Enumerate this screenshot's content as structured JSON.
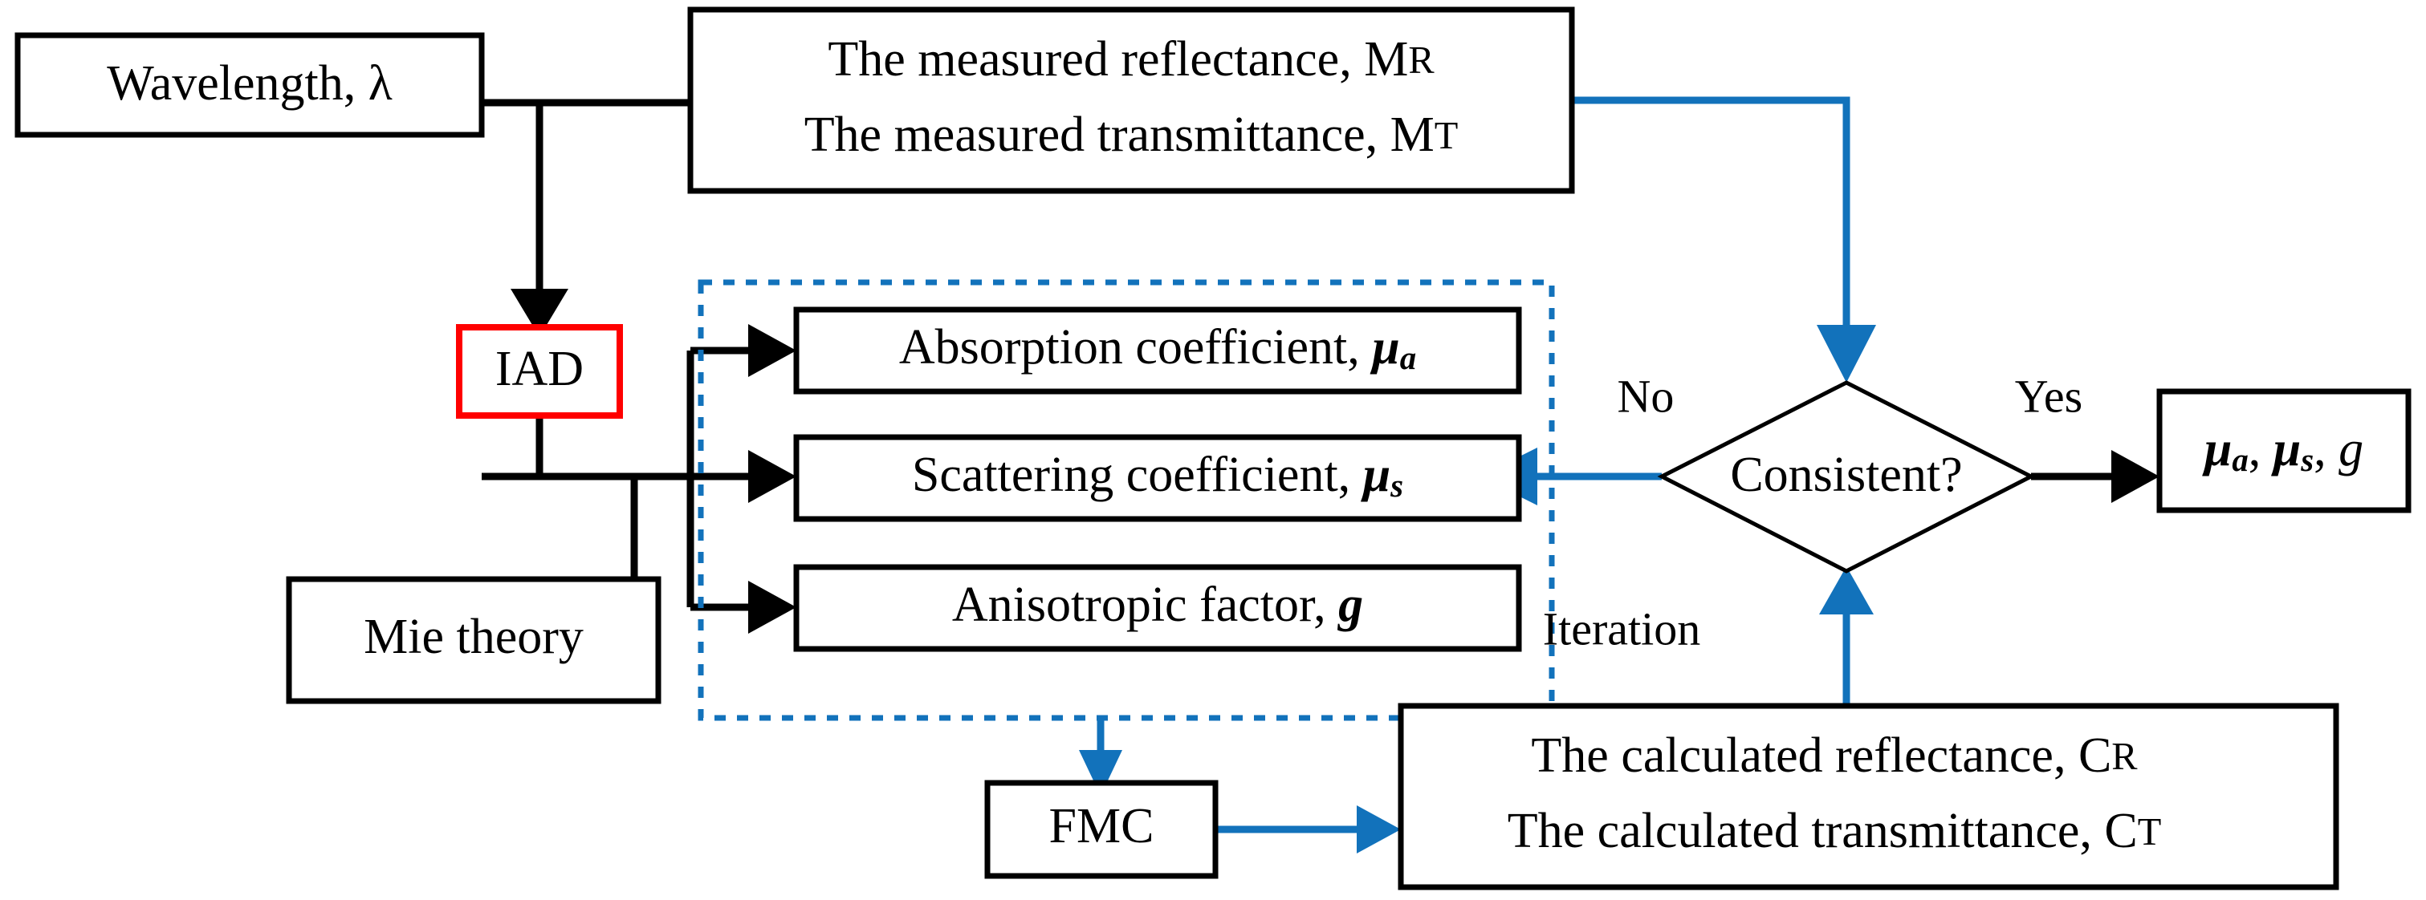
{
  "diagram": {
    "title": "IAD inverse Monte-Carlo optical property determination flowchart",
    "colors": {
      "blue": "#1272bb",
      "red": "#ff0000",
      "black": "#000000",
      "background": "#ffffff"
    },
    "nodes": {
      "wavelength": {
        "label": "Wavelength, λ"
      },
      "measured": {
        "line1_text": "The measured reflectance, M",
        "line1_sub": "R",
        "line2_text": "The measured transmittance, M",
        "line2_sub": "T"
      },
      "iad": {
        "label": "IAD",
        "border_color": "#ff0000"
      },
      "mie": {
        "label": "Mie theory"
      },
      "absorption": {
        "text": "Absorption coefficient, ",
        "symbol": "μ",
        "sub": "a"
      },
      "scattering": {
        "text": "Scattering coefficient, ",
        "symbol": "μ",
        "sub": "s"
      },
      "anisotropic": {
        "text": "Anisotropic factor, ",
        "symbol": "g"
      },
      "fmc": {
        "label": "FMC"
      },
      "calculated": {
        "line1_text": "The calculated reflectance, C",
        "line1_sub": "R",
        "line2_text": "The calculated transmittance, C",
        "line2_sub": "T"
      },
      "decision": {
        "label": "Consistent?"
      },
      "output": {
        "mu_a_symbol": "μ",
        "mu_a_sub": "a",
        "sep1": ", ",
        "mu_s_symbol": "μ",
        "mu_s_sub": "s",
        "sep2": ", ",
        "g_symbol": "g"
      }
    },
    "edge_labels": {
      "no": "No",
      "yes": "Yes",
      "iteration": "Iteration"
    }
  }
}
